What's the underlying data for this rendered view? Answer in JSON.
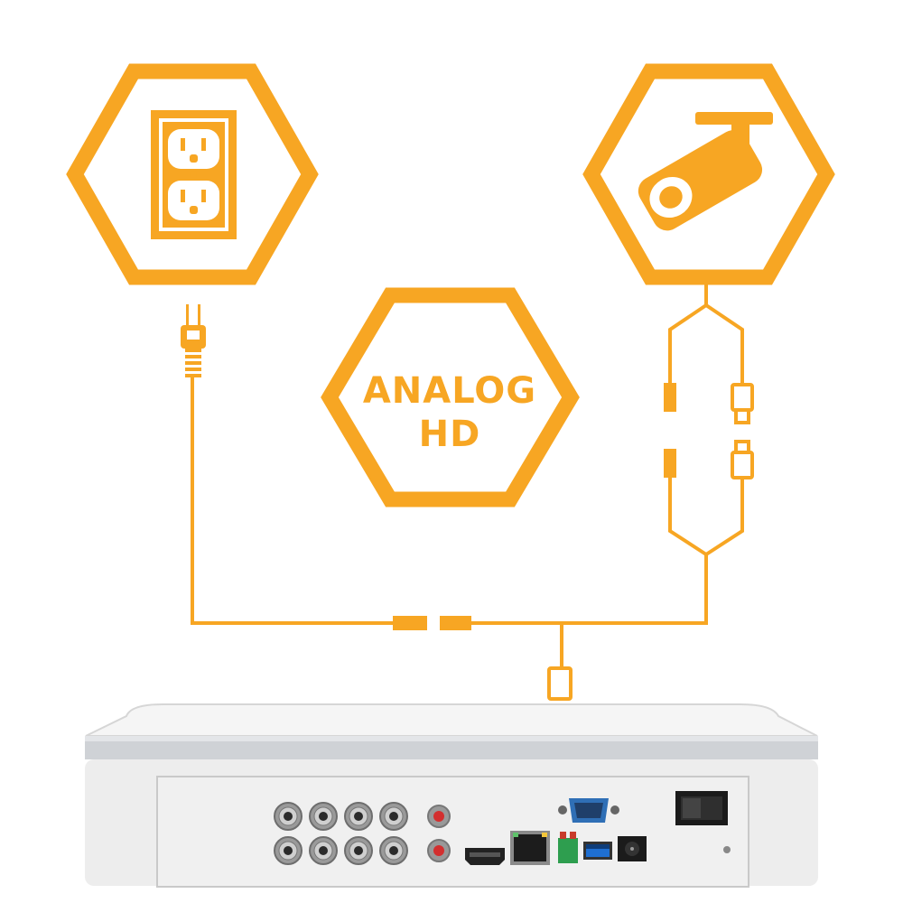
{
  "colors": {
    "accent": "#F7A623",
    "background": "#FFFFFF",
    "dvr_body": "#EDEDED",
    "dvr_panel": "#EFEFEF",
    "dvr_port": "#2B2B2B",
    "rca_red": "#D32F2F",
    "usb_blue": "#1F6FD1",
    "vga_blue": "#2F6FB6",
    "terminal_green": "#2E9E4F"
  },
  "center_badge": {
    "line1": "ANALOG",
    "line2": "HD"
  },
  "nodes": [
    {
      "name": "power-outlet",
      "icon": "outlet-icon"
    },
    {
      "name": "security-camera",
      "icon": "bullet-camera-icon"
    },
    {
      "name": "dvr-recorder",
      "icon": "dvr-icon"
    }
  ],
  "dvr": {
    "bnc_inputs": 8,
    "rca_inputs": 2,
    "ports": [
      "hdmi-port",
      "ethernet-port",
      "usb-port",
      "vga-port",
      "power-jack",
      "power-switch"
    ]
  }
}
